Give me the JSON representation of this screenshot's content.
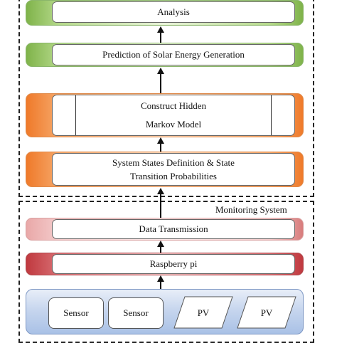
{
  "layers": {
    "monitoring_label": "Monitoring System"
  },
  "boxes": {
    "analysis": "Analysis",
    "prediction": "Prediction of Solar Energy Generation",
    "hmm_line1": "Construct Hidden",
    "hmm_line2": "Markov Model",
    "states_line1": "System States Definition & State",
    "states_line2": "Transition Probabilities",
    "data_transmission": "Data Transmission",
    "raspberry": "Raspberry pi"
  },
  "sensors": [
    {
      "label": "Sensor",
      "kind": "sensor"
    },
    {
      "label": "Sensor",
      "kind": "sensor"
    },
    {
      "label": "PV",
      "kind": "pv"
    },
    {
      "label": "PV",
      "kind": "pv"
    }
  ],
  "colors": {
    "analysis_layer": "#7fb34a",
    "prediction_layer": "#7fb34a",
    "hmm_layer": "#ef7a2a",
    "states_layer": "#ef7a2a",
    "transmission_layer": "#e9a8a8",
    "raspberry_layer": "#c0393f",
    "sensor_layer": "#a9c1e6"
  }
}
